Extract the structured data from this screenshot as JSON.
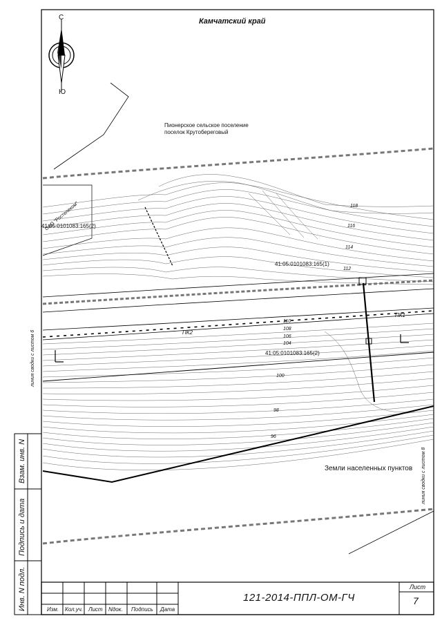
{
  "title": "Камчатский край",
  "compass": {
    "north": "С",
    "south": "Ю"
  },
  "settlement": {
    "line1": "Пионерское сельское поселение",
    "line2": "поселок Крутобереговый"
  },
  "land_label": "Земли населенных пунктов",
  "org_label": "ОАО \"Ростелеком\"",
  "parcels": {
    "p1": "41:05:0101083:165(2)",
    "p2": "41:05:0101083:165(1)",
    "p3": "41:05:0101083:165(2)"
  },
  "pickets": {
    "pk1": "ПК1",
    "pk2": "ПК2"
  },
  "contours": {
    "c118": "118",
    "c116": "116",
    "c114": "114",
    "c112": "112",
    "c110": "110",
    "c108": "108",
    "c106": "106",
    "c104": "104",
    "c100": "100",
    "c98": "98",
    "c96": "96"
  },
  "match_lines": {
    "left": "линия сводки с листом 6",
    "right": "линия сводки с листом 8"
  },
  "side_stamp": {
    "col1": "Взам. инв. N",
    "col2": "Подпись и дата",
    "col3": "Инв. N подл."
  },
  "title_block": {
    "code": "121-2014-ППЛ-ОМ-ГЧ",
    "sheet_label": "Лист",
    "sheet_number": "7",
    "columns": [
      "Изм.",
      "Кол.уч.",
      "Лист",
      "Nдок.",
      "Подпись",
      "Дата"
    ]
  }
}
